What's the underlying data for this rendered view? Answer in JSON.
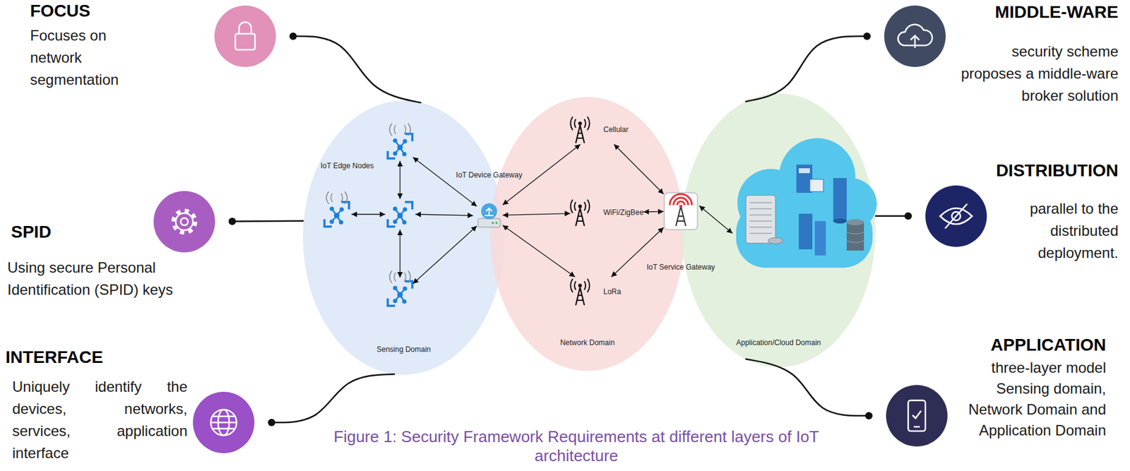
{
  "diagram": {
    "caption": "Figure 1: Security Framework Requirements at different layers of IoT architecture",
    "nodes": [
      {
        "text": [
          "FOCUS",
          "Focuses on network segmentation"
        ]
      },
      {
        "text": [
          "SPID",
          "Using secure Personal Identification (SPID) keys"
        ]
      },
      {
        "text": [
          "INTERFACE",
          "Uniquely identify the devices, networks, services, application interface"
        ]
      },
      {
        "text": [
          "Sensing Domain"
        ]
      },
      {
        "text": [
          "IoT Device Gateway"
        ],
        "in": 3
      },
      {
        "text": [
          "Network Domain"
        ]
      },
      {
        "text": [
          "Cellular"
        ],
        "in": 5
      },
      {
        "text": [
          "WiFi/ZigBee"
        ],
        "in": 5
      },
      {
        "text": [
          "LoRa"
        ],
        "in": 5
      },
      {
        "text": [
          "IoT Service Gateway"
        ],
        "in": 5
      },
      {
        "text": [
          "Application/Cloud Domain"
        ]
      },
      {
        "text": [
          "MIDDLE-WARE",
          "security scheme proposes a middle-ware broker solution"
        ]
      },
      {
        "text": [
          "DISTRIBUTION",
          "parallel to the distributed deployment."
        ]
      },
      {
        "text": [
          "APPLICATION",
          "three-layer model Sensing domain, Network Domain and Application Domain"
        ]
      }
    ],
    "edges": [
      {
        "from": 0,
        "to": 3,
        "arrow": "none"
      },
      {
        "from": 1,
        "to": 3,
        "arrow": "none"
      },
      {
        "from": 2,
        "to": 3,
        "arrow": "none"
      },
      {
        "from": 4,
        "to": 6,
        "arrow": "both"
      },
      {
        "from": 4,
        "to": 7,
        "arrow": "both"
      },
      {
        "from": 4,
        "to": 8,
        "arrow": "both"
      },
      {
        "from": 6,
        "to": 9,
        "arrow": "both"
      },
      {
        "from": 7,
        "to": 9,
        "arrow": "both"
      },
      {
        "from": 8,
        "to": 9,
        "arrow": "both"
      },
      {
        "from": 11,
        "to": 10,
        "arrow": "none"
      },
      {
        "from": 12,
        "to": 10,
        "arrow": "none"
      },
      {
        "from": 13,
        "to": 10,
        "arrow": "none"
      }
    ],
    "labels": [
      "IoT Edge Nodes"
    ]
  }
}
